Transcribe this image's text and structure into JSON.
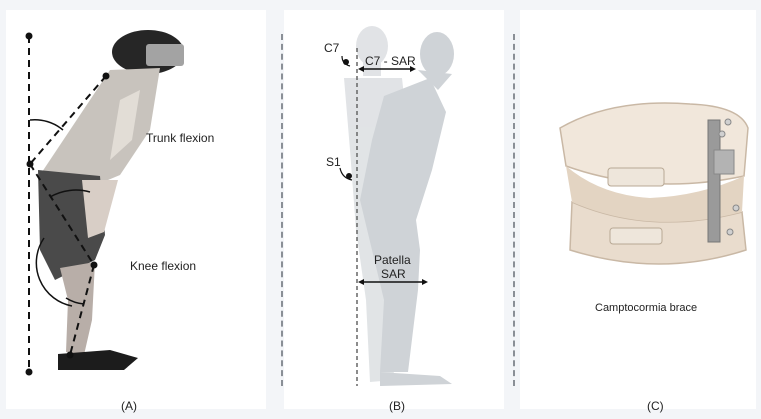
{
  "panel_a": {
    "caption": "(A)",
    "trunk_label": "Trunk flexion",
    "knee_label": "Knee flexion"
  },
  "panel_b": {
    "caption": "(B)",
    "c7_label": "C7",
    "s1_label": "S1",
    "c7_sar_label": "C7 - SAR",
    "patella_label": "Patella",
    "sar_label": "SAR"
  },
  "panel_c": {
    "caption": "(C)",
    "brace_label": "Camptocormia brace"
  },
  "colors": {
    "background": "#f3f5f8",
    "divider": "#8a8f96",
    "brace": "#eee3d6",
    "mannequin": "#d7dadd"
  }
}
